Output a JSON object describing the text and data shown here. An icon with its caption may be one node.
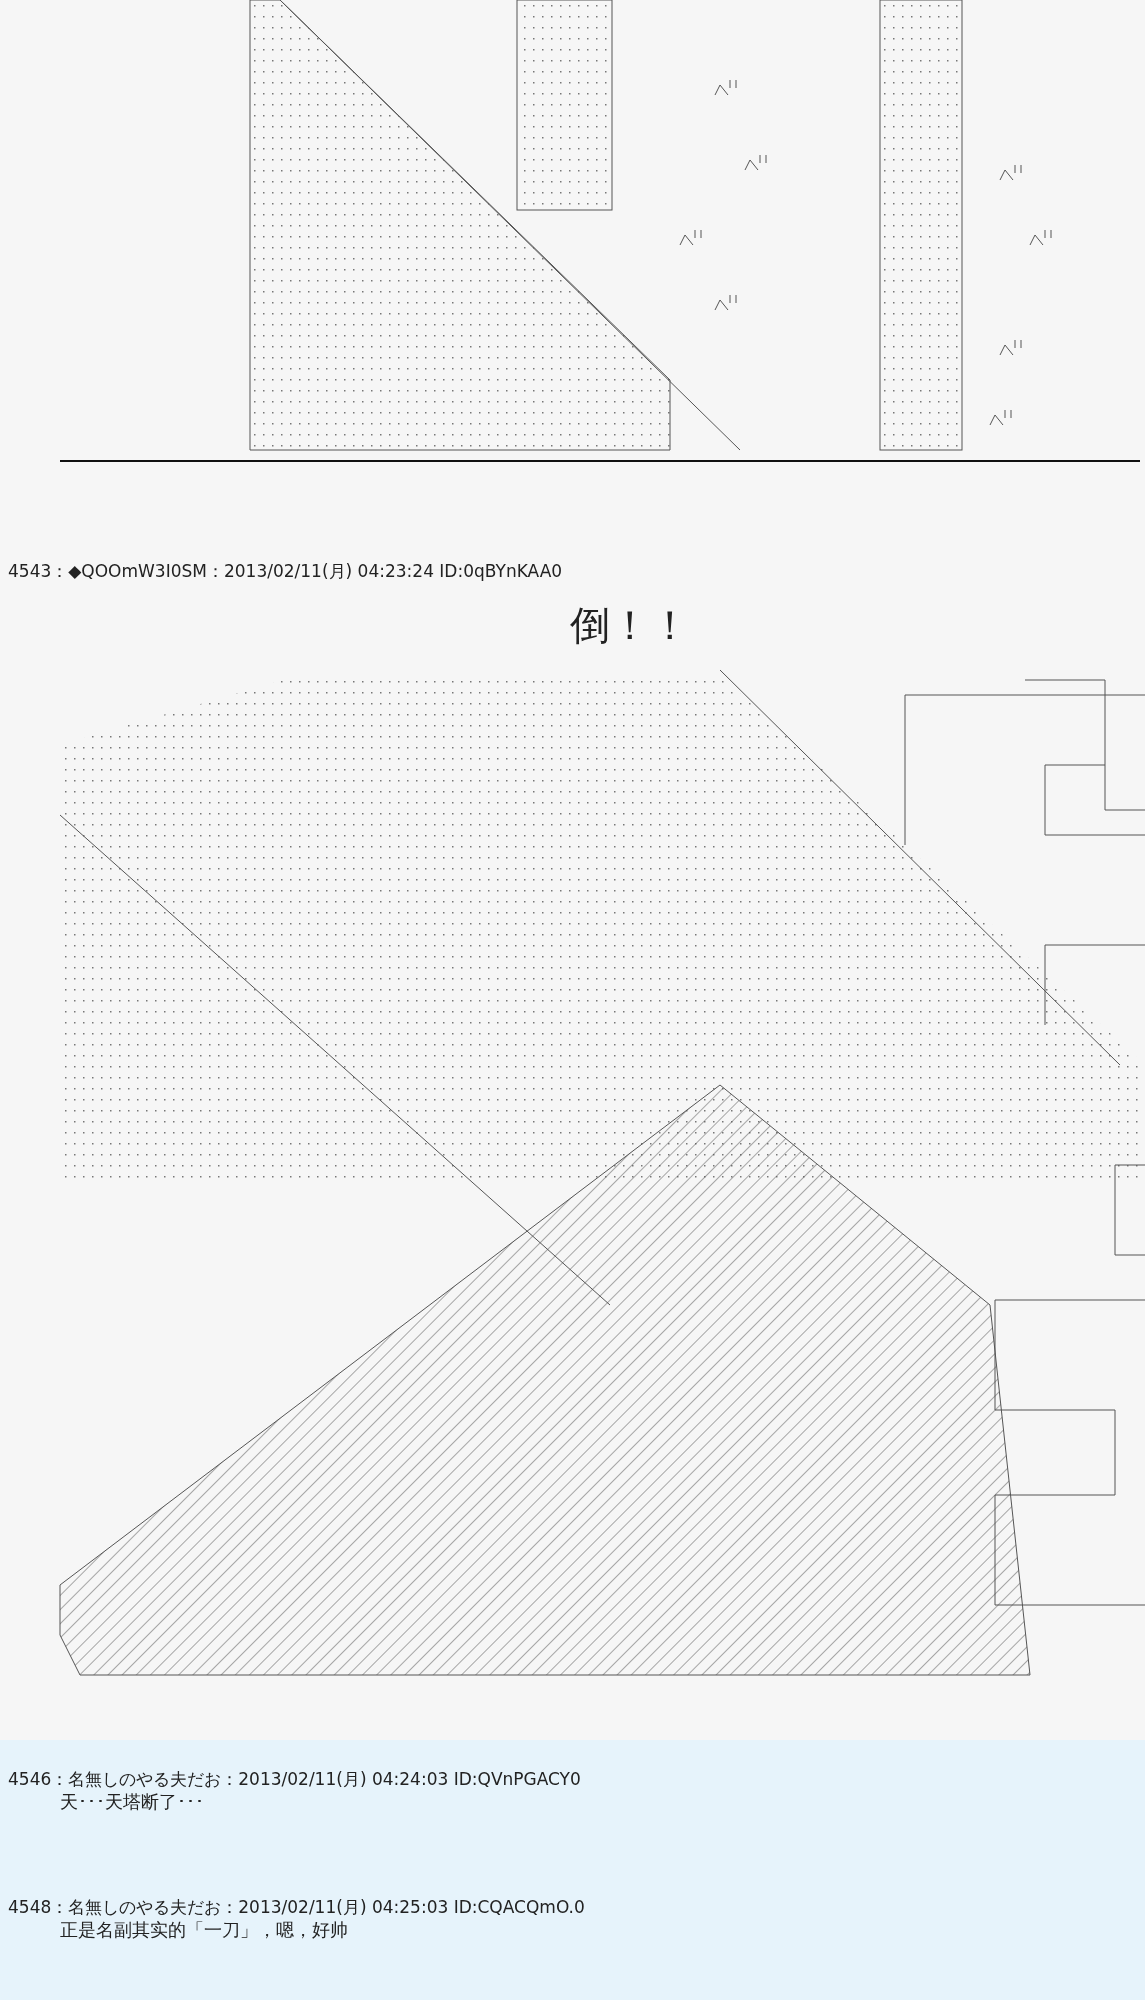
{
  "diagram": {
    "labels": [
      "4543：◆QOOmW3I0SM：2013/02/11(月) 04:23:24 ID:0qBYnKAA0",
      "倒！！",
      "4546：名無しのやる夫だお：2013/02/11(月) 04:24:03 ID:QVnPGACY0",
      "天･･･天塔断了･･･",
      "4548：名無しのやる夫だお：2013/02/11(月) 04:25:03 ID:CQACQmO.0",
      "正是名副其实的「一刀」，嗯，好帅"
    ]
  }
}
